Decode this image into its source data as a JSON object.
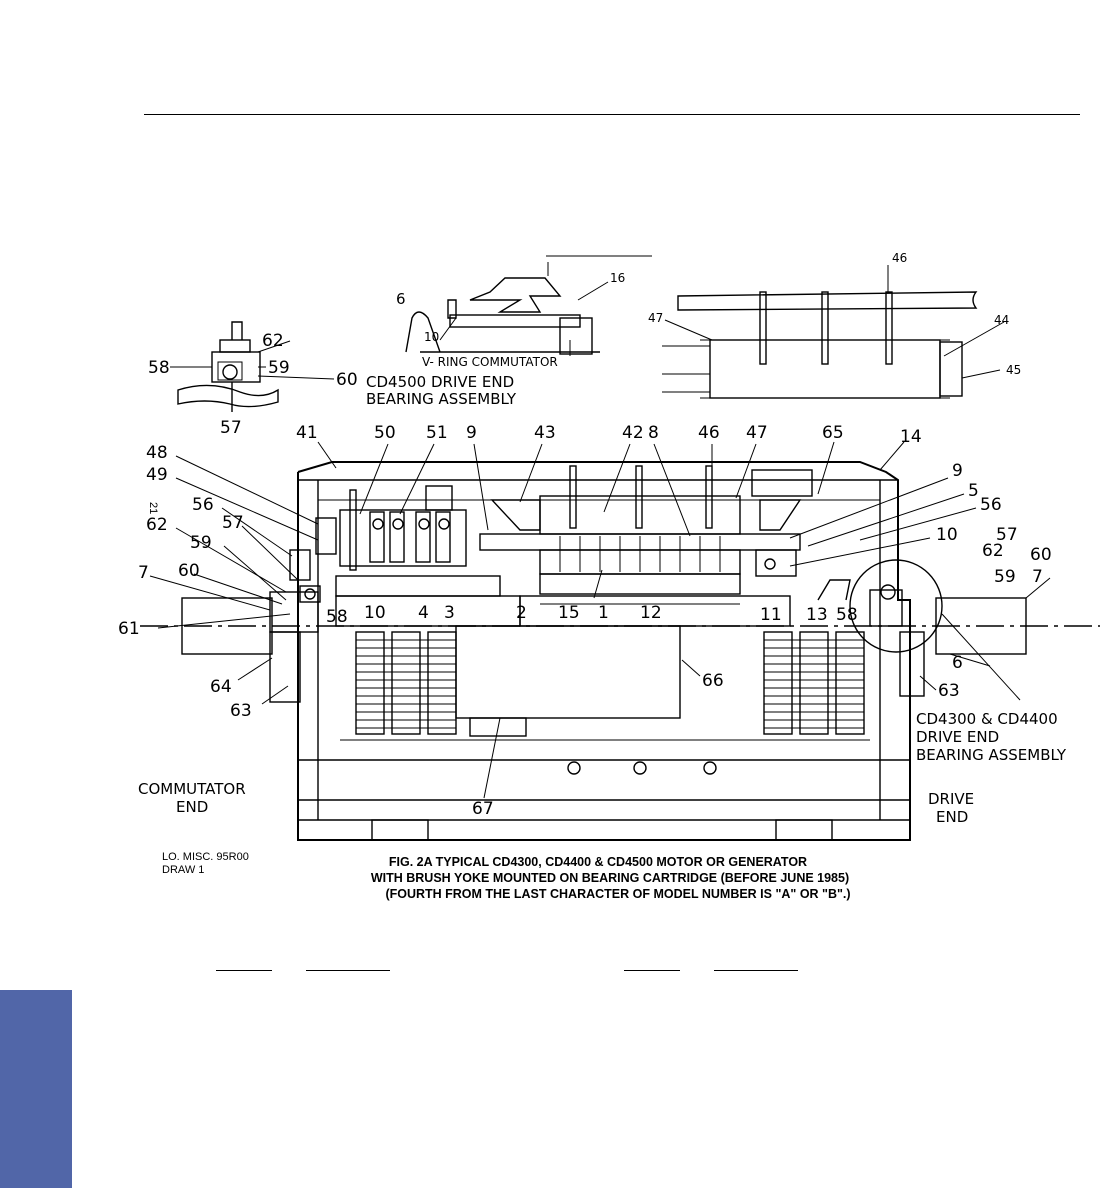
{
  "side_tab_color": "#5166a8",
  "figure": {
    "page_number": "21",
    "ref_code_line1": "LO. MISC. 95R00",
    "ref_code_line2": "DRAW 1",
    "caption_line1": "FIG. 2A TYPICAL CD4300, CD4400 & CD4500 MOTOR OR GENERATOR",
    "caption_line2": "WITH BRUSH YOKE MOUNTED ON BEARING CARTRIDGE (BEFORE JUNE 1985)",
    "caption_line3": "(FOURTH FROM THE LAST CHARACTER OF MODEL NUMBER IS \"A\" OR \"B\".)"
  },
  "insets": {
    "cd4500_title_line1": "CD4500 DRIVE END",
    "cd4500_title_line2": "BEARING ASSEMBLY",
    "v_ring_label": "V- RING COMMUTATOR",
    "cd4300_title_line1": "CD4300 & CD4400",
    "cd4300_title_line2": "DRIVE END",
    "cd4300_title_line3": "BEARING ASSEMBLY"
  },
  "end_labels": {
    "commutator_line1": "COMMUTATOR",
    "commutator_line2": "END",
    "drive_line1": "DRIVE",
    "drive_line2": "END"
  },
  "callouts": {
    "c1": "1",
    "c2": "2",
    "c3": "3",
    "c4": "4",
    "c5": "5",
    "c6a": "6",
    "c6b": "6",
    "c7a": "7",
    "c7b": "7",
    "c8": "8",
    "c9a": "9",
    "c9b": "9",
    "c10a": "10",
    "c10b": "10",
    "c10c": "10",
    "c11": "11",
    "c12": "12",
    "c13": "13",
    "c14": "14",
    "c15": "15",
    "c16": "16",
    "c41": "41",
    "c42": "42",
    "c43": "43",
    "c44": "44",
    "c45": "45",
    "c46a": "46",
    "c46b": "46",
    "c47a": "47",
    "c47b": "47",
    "c48": "48",
    "c49": "49",
    "c50": "50",
    "c51": "51",
    "c56a": "56",
    "c56b": "56",
    "c57a": "57",
    "c57b": "57",
    "c57c": "57",
    "c58a": "58",
    "c58b": "58",
    "c58c": "58",
    "c59a": "59",
    "c59b": "59",
    "c59c": "59",
    "c60a": "60",
    "c60b": "60",
    "c60c": "60",
    "c61": "61",
    "c62a": "62",
    "c62b": "62",
    "c62c": "62",
    "c63a": "63",
    "c63b": "63",
    "c64": "64",
    "c65": "65",
    "c66": "66",
    "c67": "67"
  }
}
